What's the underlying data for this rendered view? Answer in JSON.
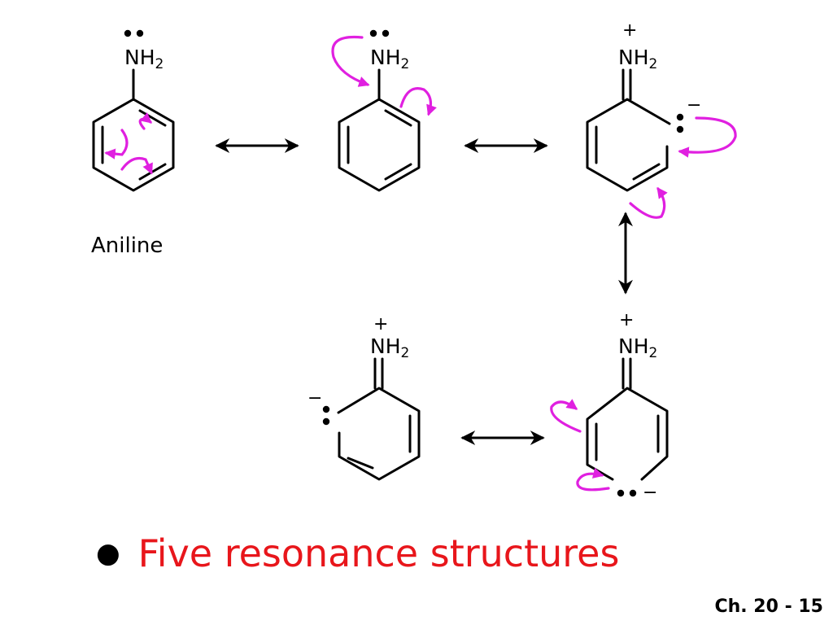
{
  "colors": {
    "arrow": "#e020e0",
    "bullet_text": "#e8161b"
  },
  "structures": [
    {
      "group_main": "NH",
      "group_sub": "2",
      "charge": "",
      "name_label": "Aniline"
    },
    {
      "group_main": "NH",
      "group_sub": "2",
      "charge": ""
    },
    {
      "group_main": "NH",
      "group_sub": "2",
      "charge": "+",
      "ring_charge": "−"
    },
    {
      "group_main": "NH",
      "group_sub": "2",
      "charge": "+",
      "ring_charge": "−"
    },
    {
      "group_main": "NH",
      "group_sub": "2",
      "charge": "+",
      "ring_charge": "−"
    }
  ],
  "bullet": {
    "symbol": "●",
    "text": "Five resonance structures"
  },
  "footer": {
    "slide_number": "Ch. 20 - 15"
  }
}
